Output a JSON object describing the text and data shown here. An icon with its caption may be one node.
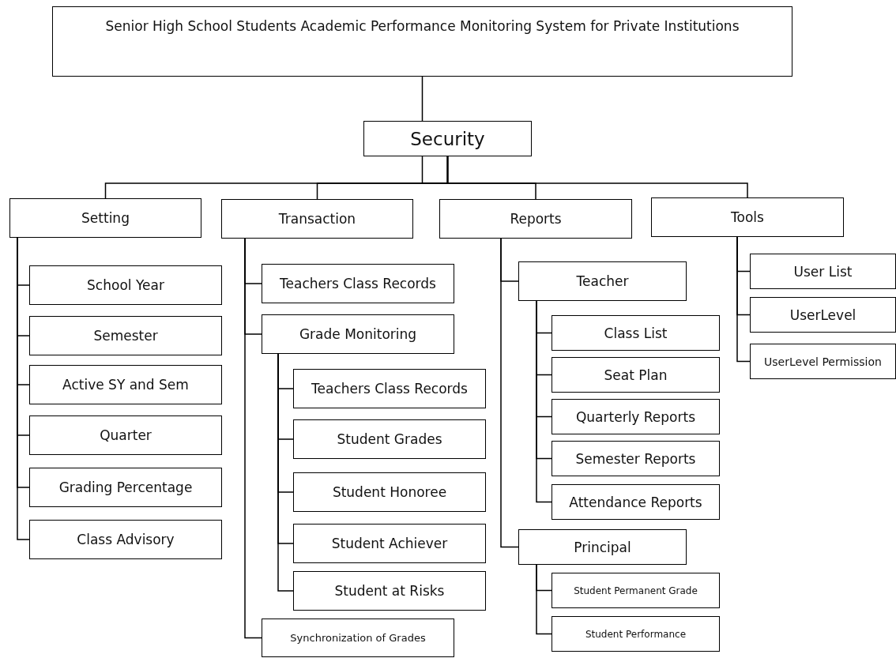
{
  "diagram": {
    "nodes": [
      {
        "text": [
          "Senior High School Students Academic Performance Monitoring System for Private Institutions"
        ]
      },
      {
        "text": [
          "Security"
        ]
      },
      {
        "text": [
          "Setting"
        ]
      },
      {
        "text": [
          "Transaction"
        ]
      },
      {
        "text": [
          "Reports"
        ]
      },
      {
        "text": [
          "Tools"
        ]
      },
      {
        "text": [
          "School Year"
        ]
      },
      {
        "text": [
          "Semester"
        ]
      },
      {
        "text": [
          "Active SY and Sem"
        ]
      },
      {
        "text": [
          "Quarter"
        ]
      },
      {
        "text": [
          "Grading Percentage"
        ]
      },
      {
        "text": [
          "Class Advisory"
        ]
      },
      {
        "text": [
          "Teachers Class Records"
        ]
      },
      {
        "text": [
          "Grade Monitoring"
        ]
      },
      {
        "text": [
          "Teachers Class Records"
        ]
      },
      {
        "text": [
          "Student Grades"
        ]
      },
      {
        "text": [
          "Student Honoree"
        ]
      },
      {
        "text": [
          "Student Achiever"
        ]
      },
      {
        "text": [
          "Student at Risks"
        ]
      },
      {
        "text": [
          "Synchronization of Grades"
        ]
      },
      {
        "text": [
          "Teacher"
        ]
      },
      {
        "text": [
          "Class List"
        ]
      },
      {
        "text": [
          "Seat Plan"
        ]
      },
      {
        "text": [
          "Quarterly Reports"
        ]
      },
      {
        "text": [
          "Semester Reports"
        ]
      },
      {
        "text": [
          "Attendance Reports"
        ]
      },
      {
        "text": [
          "Principal"
        ]
      },
      {
        "text": [
          "Student Permanent Grade"
        ]
      },
      {
        "text": [
          "Student Performance"
        ]
      },
      {
        "text": [
          "User List"
        ]
      },
      {
        "text": [
          "UserLevel"
        ]
      },
      {
        "text": [
          "UserLevel Permission"
        ]
      }
    ],
    "edges": [
      {
        "from": 0,
        "to": 1,
        "arrow": "none"
      },
      {
        "from": 1,
        "to": 2,
        "arrow": "none"
      },
      {
        "from": 1,
        "to": 3,
        "arrow": "none"
      },
      {
        "from": 1,
        "to": 4,
        "arrow": "none"
      },
      {
        "from": 1,
        "to": 5,
        "arrow": "none"
      },
      {
        "from": 2,
        "to": 6,
        "arrow": "none"
      },
      {
        "from": 2,
        "to": 7,
        "arrow": "none"
      },
      {
        "from": 2,
        "to": 8,
        "arrow": "none"
      },
      {
        "from": 2,
        "to": 9,
        "arrow": "none"
      },
      {
        "from": 2,
        "to": 10,
        "arrow": "none"
      },
      {
        "from": 2,
        "to": 11,
        "arrow": "none"
      },
      {
        "from": 3,
        "to": 12,
        "arrow": "none"
      },
      {
        "from": 3,
        "to": 13,
        "arrow": "none"
      },
      {
        "from": 13,
        "to": 14,
        "arrow": "none"
      },
      {
        "from": 13,
        "to": 15,
        "arrow": "none"
      },
      {
        "from": 13,
        "to": 16,
        "arrow": "none"
      },
      {
        "from": 13,
        "to": 17,
        "arrow": "none"
      },
      {
        "from": 13,
        "to": 18,
        "arrow": "none"
      },
      {
        "from": 3,
        "to": 19,
        "arrow": "none"
      },
      {
        "from": 4,
        "to": 20,
        "arrow": "none"
      },
      {
        "from": 20,
        "to": 21,
        "arrow": "none"
      },
      {
        "from": 20,
        "to": 22,
        "arrow": "none"
      },
      {
        "from": 20,
        "to": 23,
        "arrow": "none"
      },
      {
        "from": 20,
        "to": 24,
        "arrow": "none"
      },
      {
        "from": 20,
        "to": 25,
        "arrow": "none"
      },
      {
        "from": 4,
        "to": 26,
        "arrow": "none"
      },
      {
        "from": 26,
        "to": 27,
        "arrow": "none"
      },
      {
        "from": 26,
        "to": 28,
        "arrow": "none"
      },
      {
        "from": 5,
        "to": 29,
        "arrow": "none"
      },
      {
        "from": 5,
        "to": 30,
        "arrow": "none"
      },
      {
        "from": 5,
        "to": 31,
        "arrow": "none"
      }
    ]
  }
}
